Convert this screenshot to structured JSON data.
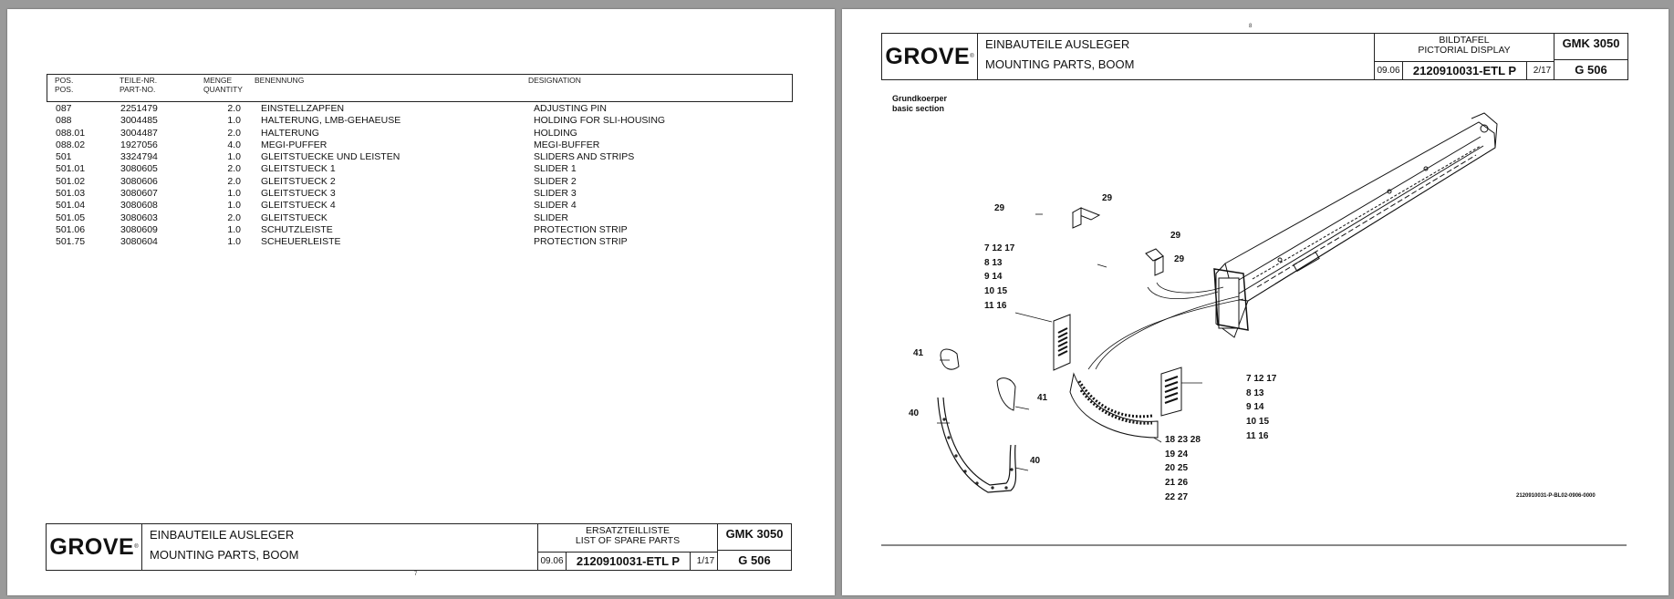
{
  "list": {
    "headers": {
      "pos": "POS.",
      "pos2": "POS.",
      "part": "TEILE-NR.",
      "part2": "PART-NO.",
      "qty": "MENGE",
      "qty2": "QUANTITY",
      "benennung": "BENENNUNG",
      "designation": "DESIGNATION"
    },
    "rows": [
      {
        "pos": "087",
        "part": "2251479",
        "qty": "2.0",
        "ben": "EINSTELLZAPFEN",
        "des": "ADJUSTING PIN"
      },
      {
        "pos": "088",
        "part": "3004485",
        "qty": "1.0",
        "ben": "HALTERUNG, LMB-GEHAEUSE",
        "des": "HOLDING FOR SLI-HOUSING"
      },
      {
        "pos": "088.01",
        "part": "3004487",
        "qty": "2.0",
        "ben": "HALTERUNG",
        "des": "HOLDING"
      },
      {
        "pos": "088.02",
        "part": "1927056",
        "qty": "4.0",
        "ben": "MEGI-PUFFER",
        "des": "MEGI-BUFFER"
      },
      {
        "pos": "501",
        "part": "3324794",
        "qty": "1.0",
        "ben": "GLEITSTUECKE UND LEISTEN",
        "des": "SLIDERS AND STRIPS"
      },
      {
        "pos": "501.01",
        "part": "3080605",
        "qty": "2.0",
        "ben": "GLEITSTUECK 1",
        "des": "SLIDER 1"
      },
      {
        "pos": "501.02",
        "part": "3080606",
        "qty": "2.0",
        "ben": "GLEITSTUECK 2",
        "des": "SLIDER 2"
      },
      {
        "pos": "501.03",
        "part": "3080607",
        "qty": "1.0",
        "ben": "GLEITSTUECK 3",
        "des": "SLIDER 3"
      },
      {
        "pos": "501.04",
        "part": "3080608",
        "qty": "1.0",
        "ben": "GLEITSTUECK 4",
        "des": "SLIDER 4"
      },
      {
        "pos": "501.05",
        "part": "3080603",
        "qty": "2.0",
        "ben": "GLEITSTUECK",
        "des": "SLIDER"
      },
      {
        "pos": "501.06",
        "part": "3080609",
        "qty": "1.0",
        "ben": "SCHUTZLEISTE",
        "des": "PROTECTION STRIP"
      },
      {
        "pos": "501.75",
        "part": "3080604",
        "qty": "1.0",
        "ben": "SCHEUERLEISTE",
        "des": "PROTECTION STRIP"
      }
    ]
  },
  "left_title": {
    "logo": "GROVE",
    "title_de": "EINBAUTEILE AUSLEGER",
    "title_en": "MOUNTING PARTS, BOOM",
    "list_de": "ERSATZTEILLISTE",
    "list_en": "LIST OF SPARE PARTS",
    "date": "09.06",
    "doc_no": "2120910031-ETL P",
    "page": "1/17",
    "model": "GMK 3050",
    "code": "G 506",
    "footnote": "7"
  },
  "right_title": {
    "logo": "GROVE",
    "title_de": "EINBAUTEILE AUSLEGER",
    "title_en": "MOUNTING PARTS, BOOM",
    "list_de": "BILDTAFEL",
    "list_en": "PICTORIAL DISPLAY",
    "date": "09.06",
    "doc_no": "2120910031-ETL P",
    "page": "2/17",
    "model": "GMK 3050",
    "code": "G 506",
    "topmark": "8"
  },
  "drawing": {
    "section_de": "Grundkoerper",
    "section_en": "basic section",
    "ref": "2120910031-P-BL02-0906-0000",
    "callouts_a": [
      "7  12  17",
      "8  13",
      "9  14",
      "10  15",
      "11  16"
    ],
    "callouts_b": [
      "7  12  17",
      "8  13",
      "9  14",
      "10  15",
      "11  16"
    ],
    "callouts_c": [
      "18  23  28",
      "19  24",
      "20  25",
      "21  26",
      "22  27"
    ],
    "n29a": "29",
    "n29b": "29",
    "n29c": "29",
    "n29d": "29",
    "n41a": "41",
    "n41b": "41",
    "n40a": "40",
    "n40b": "40"
  }
}
